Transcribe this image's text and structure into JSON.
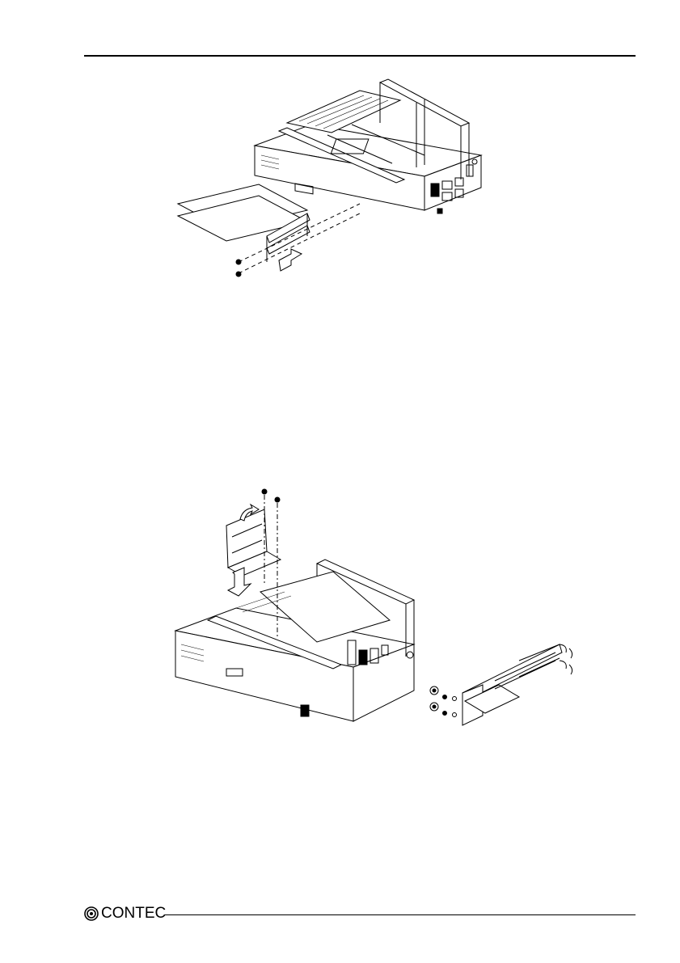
{
  "page": {
    "footer": {
      "logo_text": "CONTEC",
      "logo_icon": "contec-logo-icon"
    }
  },
  "figures": [
    {
      "name": "expansion-board-installation-illustration",
      "icon": "pc-chassis-with-boards"
    },
    {
      "name": "board-retainer-bracket-installation-illustration",
      "icon": "pc-chassis-with-bracket"
    }
  ]
}
